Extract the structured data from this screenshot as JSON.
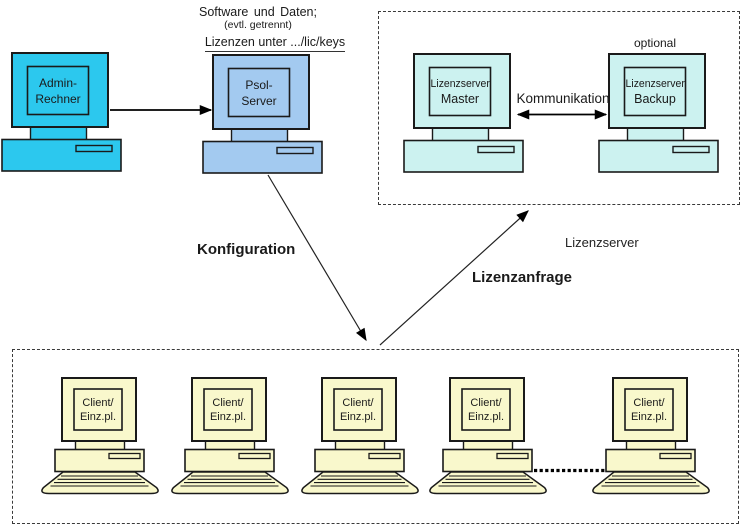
{
  "top_labels": {
    "software_line1": "Software und Daten;",
    "software_line2": "(evtl. getrennt)",
    "license_path_note": "Lizenzen unter .../lic/keys"
  },
  "computers": {
    "admin": {
      "line1": "Admin-",
      "line2": "Rechner"
    },
    "psol": {
      "line1": "Psol-",
      "line2": "Server"
    },
    "master": {
      "line1": "Lizenzserver",
      "line2": "Master"
    },
    "backup": {
      "line1": "Lizenzserver",
      "line2": "Backup"
    },
    "client": {
      "line1": "Client/",
      "line2": "Einz.pl."
    }
  },
  "annotations": {
    "optional": "optional",
    "kommunikation": "Kommunikation",
    "konfiguration": "Konfiguration",
    "lizenzanfrage": "Lizenzanfrage",
    "lizenzserver_group": "Lizenzserver"
  },
  "colors": {
    "admin_fill": "#2cc8ee",
    "psol_fill": "#a3caf0",
    "lizenzserver_fill": "#ccf2f0",
    "client_fill": "#f9f8cc",
    "line": "#1a1a1a"
  }
}
